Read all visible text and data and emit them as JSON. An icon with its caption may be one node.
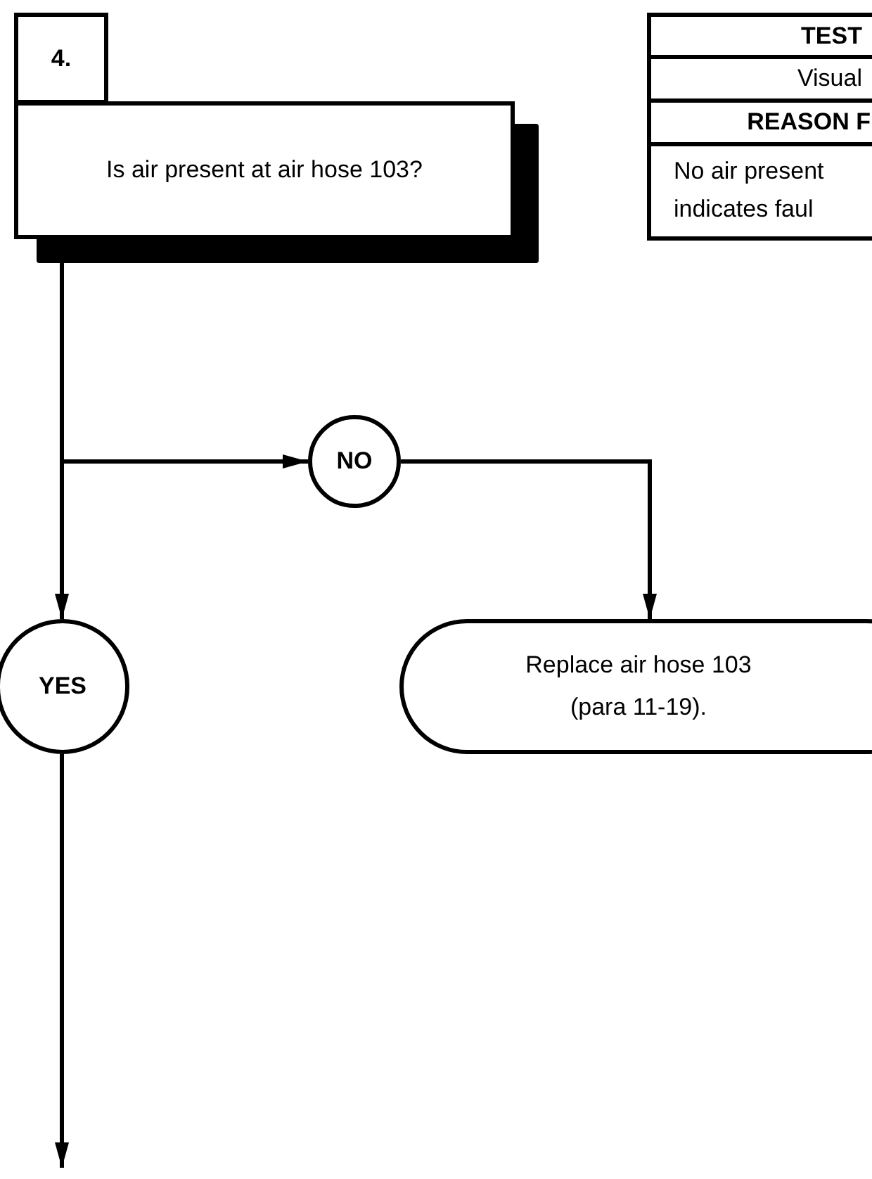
{
  "diagram": {
    "nodes": [
      {
        "text": [
          "4."
        ]
      },
      {
        "text": [
          "Is air present at air hose 103?"
        ]
      },
      {
        "text": [
          "NO"
        ]
      },
      {
        "text": [
          "YES"
        ]
      },
      {
        "text": [
          "Replace air hose 103 (para 11-19)."
        ]
      }
    ],
    "edges": [
      {
        "from": 1,
        "to": 2,
        "arrow": "to"
      },
      {
        "from": 1,
        "to": 3,
        "arrow": "to"
      },
      {
        "from": 2,
        "to": 4,
        "arrow": "to"
      },
      {
        "from": 3,
        "to": null,
        "arrow": "to"
      }
    ],
    "labels": [
      "TEST",
      "Visual",
      "REASON F",
      "No air present indicates faul"
    ]
  }
}
